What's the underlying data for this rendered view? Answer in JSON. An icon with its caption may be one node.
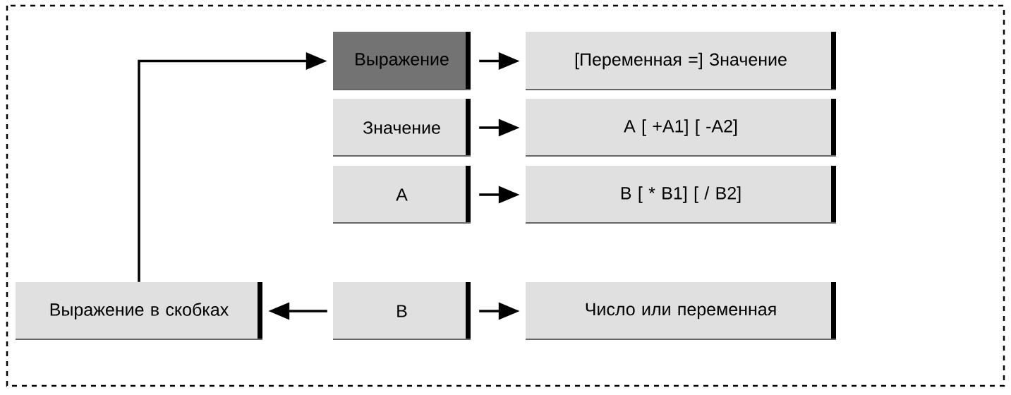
{
  "diagram": {
    "nodes": [
      {
        "text": [
          "Выражение"
        ]
      },
      {
        "text": [
          "[Переменная =] Значение"
        ]
      },
      {
        "text": [
          "Значение"
        ]
      },
      {
        "text": [
          "A [ +A1] [ -A2]"
        ]
      },
      {
        "text": [
          "A"
        ]
      },
      {
        "text": [
          "B [ * B1] [ / B2]"
        ]
      },
      {
        "text": [
          "Выражение в скобках"
        ]
      },
      {
        "text": [
          "B"
        ]
      },
      {
        "text": [
          "Число или переменная"
        ]
      }
    ],
    "edges": [
      {
        "from": 0,
        "to": 1,
        "arrow": "to"
      },
      {
        "from": 2,
        "to": 3,
        "arrow": "to"
      },
      {
        "from": 4,
        "to": 5,
        "arrow": "to"
      },
      {
        "from": 7,
        "to": 6,
        "arrow": "to"
      },
      {
        "from": 7,
        "to": 8,
        "arrow": "to"
      },
      {
        "from": 6,
        "to": 0,
        "arrow": "to"
      }
    ]
  }
}
